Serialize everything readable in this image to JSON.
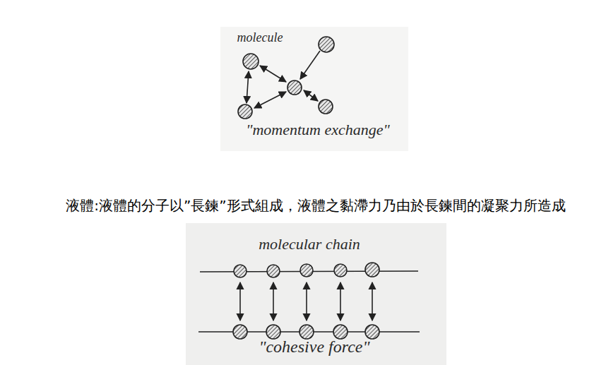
{
  "diagram": {
    "labels": [
      "molecule",
      "\"momentum exchange\"",
      "液體:液體的分子以”長鍊”形式組成，液體之黏滯力乃由於長鍊間的凝聚力所造成",
      "molecular chain",
      "\"cohesive force\""
    ]
  }
}
